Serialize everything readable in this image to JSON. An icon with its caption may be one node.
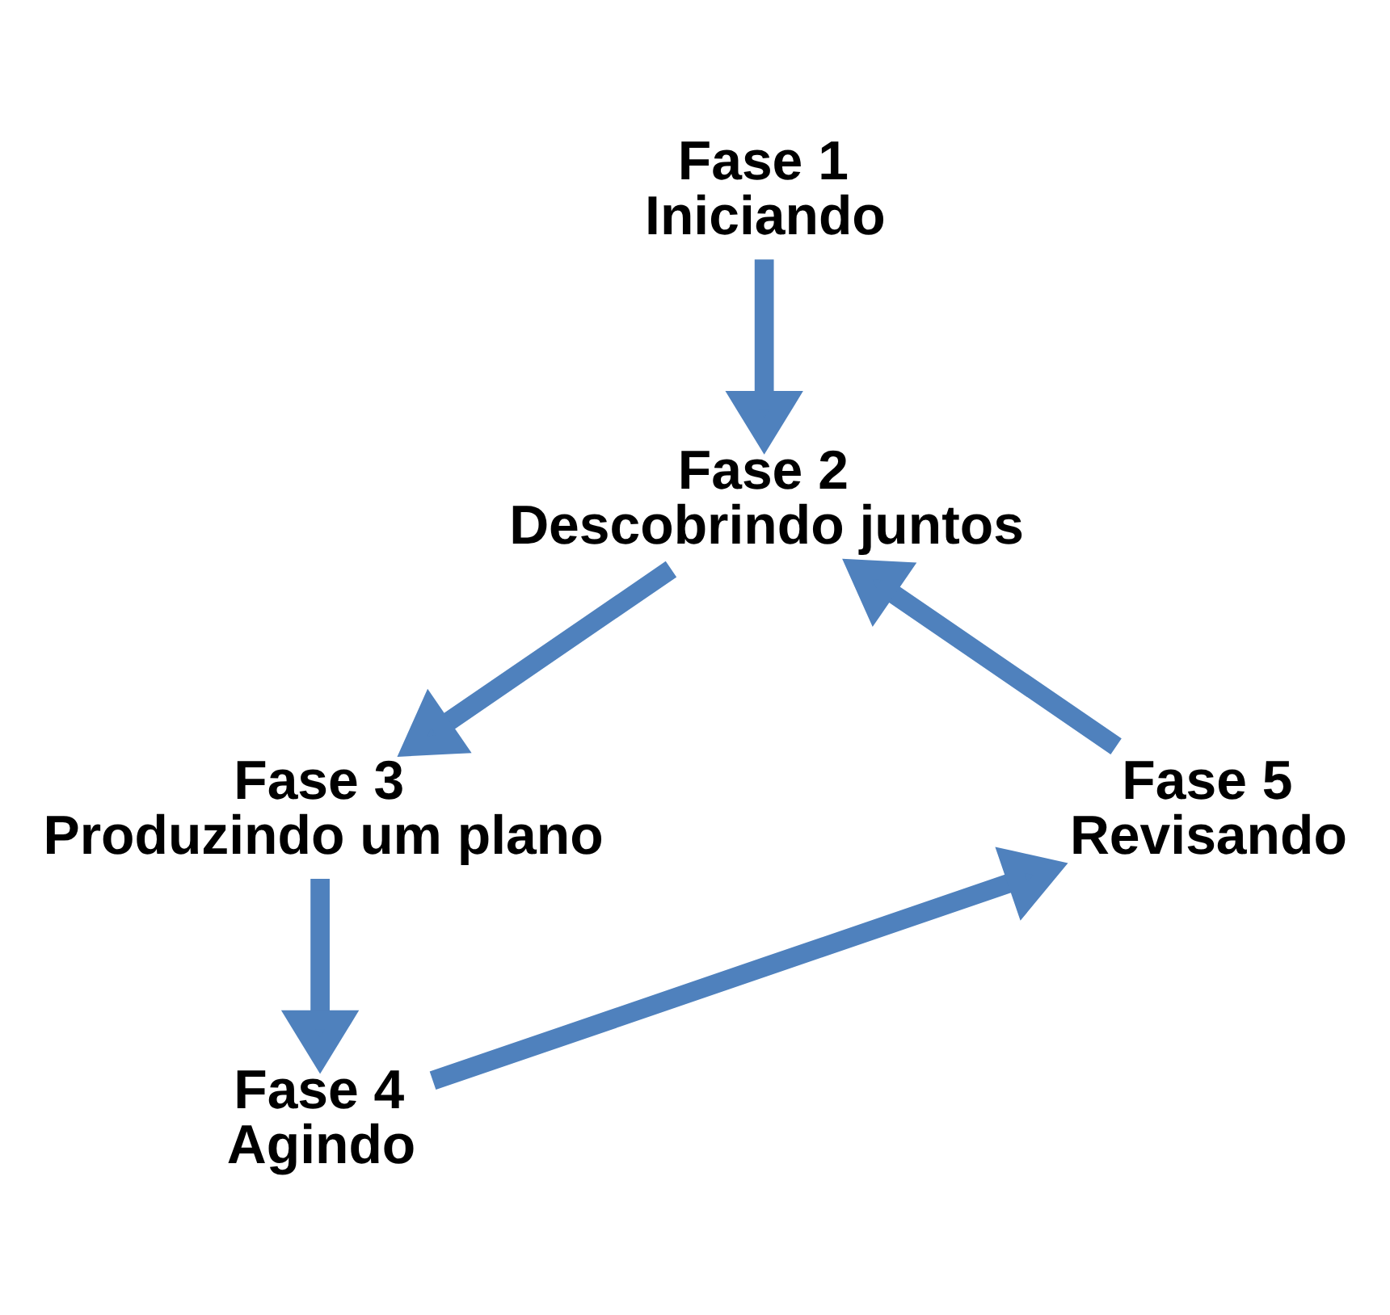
{
  "diagram": {
    "nodes": [
      {
        "text": [
          "Fase 1",
          "Iniciando"
        ]
      },
      {
        "text": [
          "Fase 2",
          "Descobrindo juntos"
        ]
      },
      {
        "text": [
          "Fase 3",
          "Produzindo um plano"
        ]
      },
      {
        "text": [
          "Fase 4",
          "Agindo"
        ]
      },
      {
        "text": [
          "Fase 5",
          "Revisando"
        ]
      }
    ],
    "edges": [
      {
        "from": 0,
        "to": 1,
        "arrow": "to"
      },
      {
        "from": 1,
        "to": 2,
        "arrow": "to"
      },
      {
        "from": 2,
        "to": 3,
        "arrow": "to"
      },
      {
        "from": 3,
        "to": 4,
        "arrow": "to"
      },
      {
        "from": 4,
        "to": 1,
        "arrow": "to"
      }
    ]
  }
}
